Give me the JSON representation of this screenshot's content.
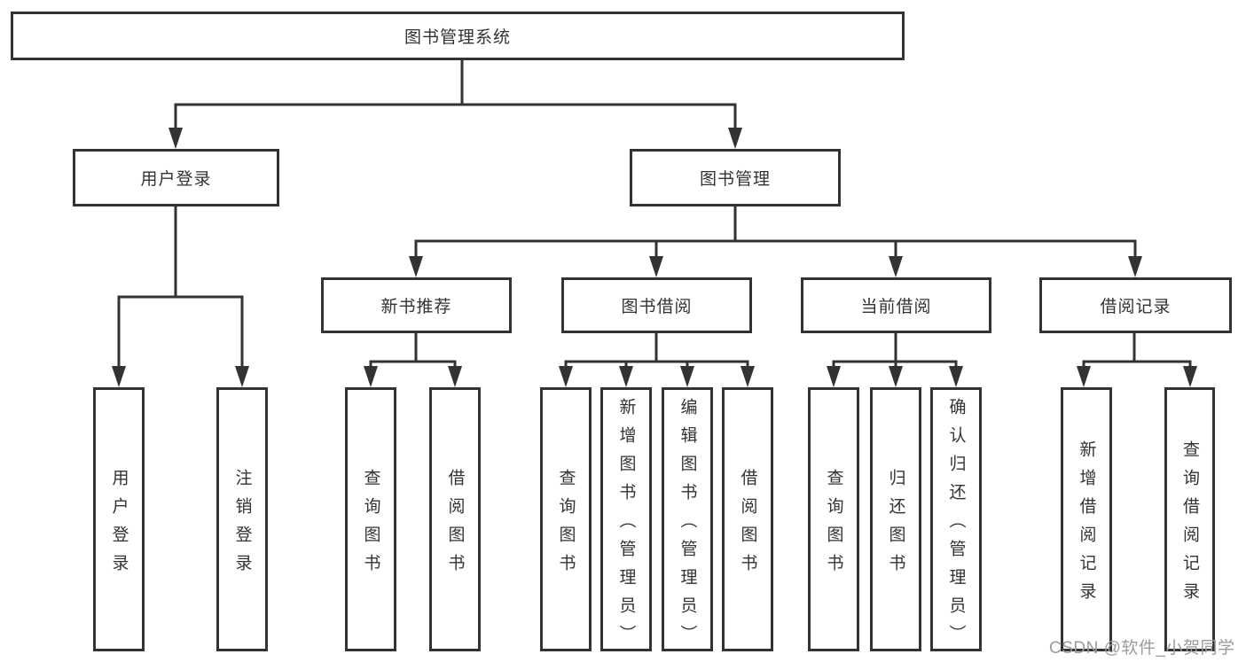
{
  "tree": {
    "label": "图书管理系统",
    "children": [
      {
        "label": "用户登录",
        "children": [
          {
            "label": "用户登录"
          },
          {
            "label": "注销登录"
          }
        ]
      },
      {
        "label": "图书管理",
        "children": [
          {
            "label": "新书推荐",
            "children": [
              {
                "label": "查询图书"
              },
              {
                "label": "借阅图书"
              }
            ]
          },
          {
            "label": "图书借阅",
            "children": [
              {
                "label": "查询图书"
              },
              {
                "label": "新增图书（管理员）"
              },
              {
                "label": "编辑图书（管理员）"
              },
              {
                "label": "借阅图书"
              }
            ]
          },
          {
            "label": "当前借阅",
            "children": [
              {
                "label": "查询图书"
              },
              {
                "label": "归还图书"
              },
              {
                "label": "确认归还（管理员）"
              }
            ]
          },
          {
            "label": "借阅记录",
            "children": [
              {
                "label": "新增借阅记录"
              },
              {
                "label": "查询借阅记录"
              }
            ]
          }
        ]
      }
    ]
  },
  "watermark": {
    "text": "CSDN @软件_小贺同学"
  },
  "colors": {
    "line": "#333333",
    "border": "#333333",
    "fill": "#ffffff",
    "text": "#333333",
    "watermark": "#9b9b9b",
    "background": "#ffffff"
  }
}
